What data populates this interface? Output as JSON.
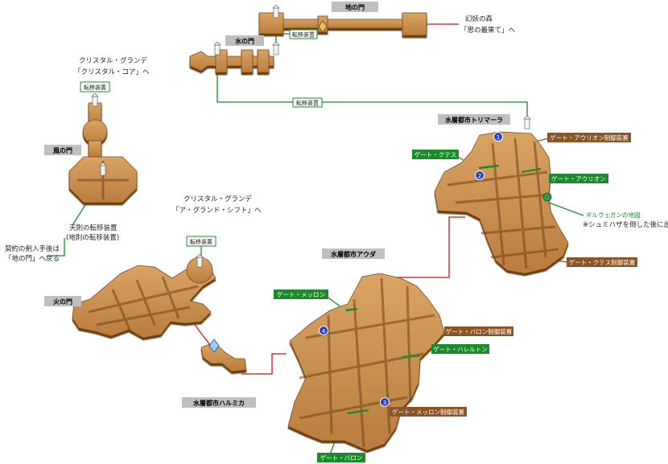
{
  "areas": {
    "chi_gate": "地の門",
    "mizu_gate": "水の門",
    "kaze_gate": "風の門",
    "hi_gate": "火の門",
    "harumika": "水層都市ハルミカ",
    "auda": "水層都市アウダ",
    "torimara": "水層都市トリマーラ"
  },
  "teleport_label": "転移装置",
  "notes": {
    "forest_line1": "幻妖の森",
    "forest_line2": "「思の最果て」へ",
    "core_line1": "クリスタル・グランデ",
    "core_line2": "「クリスタル・コア」へ",
    "shift_line1": "クリスタル・グランデ",
    "shift_line2": "「ア・グランド・シフト」へ",
    "tensoku_line1": "天則の転移装置",
    "tensoku_line2": "(地則の転移装置)",
    "return_line1": "契約の剣入手後は",
    "return_line2": "「地の門」へ戻る",
    "map_line1": "ギルヴェガンの地図",
    "map_line2": "※シュミハザを倒した後に出現"
  },
  "gates": {
    "aurion": "ゲート・アウリオン",
    "aurion_ctrl": "ゲート・アウリオン制御装置",
    "kutesu": "ゲート・クテス",
    "kutesu_ctrl": "ゲート・クテス制御装置",
    "merron": "ゲート・メッロン",
    "merron_ctrl": "ゲート・メッロン制御装置",
    "baron": "ゲート・バロン",
    "baron_ctrl": "ゲート・バロン制御装置",
    "harurton": "ゲート・ハレルトン"
  },
  "markers": [
    "1",
    "2",
    "3",
    "4"
  ],
  "colors": {
    "floor": "#c8914f",
    "floor_side": "#8a5a2a",
    "gate_green": "#1a8a2a",
    "ctrl_brown": "#8a5526",
    "route_red": "#c01818",
    "marker_blue": "#2a3fc8"
  }
}
